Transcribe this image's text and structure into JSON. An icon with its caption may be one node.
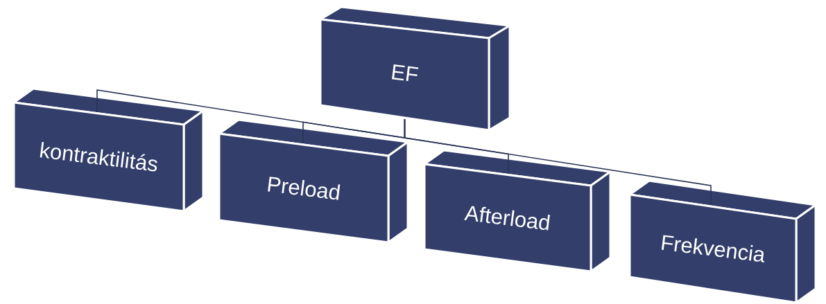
{
  "diagram": {
    "nodes": [
      {
        "text": [
          "EF"
        ]
      },
      {
        "text": [
          "kontraktilitás"
        ]
      },
      {
        "text": [
          "Preload"
        ]
      },
      {
        "text": [
          "Afterload"
        ]
      },
      {
        "text": [
          "Frekvencia"
        ]
      }
    ],
    "edges": [
      {
        "from": 0,
        "to": 1,
        "arrow": "none"
      },
      {
        "from": 0,
        "to": 2,
        "arrow": "none"
      },
      {
        "from": 0,
        "to": 3,
        "arrow": "none"
      },
      {
        "from": 0,
        "to": 4,
        "arrow": "none"
      }
    ]
  }
}
